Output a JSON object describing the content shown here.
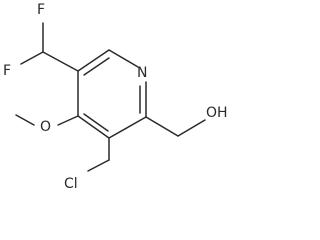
{
  "molecule": {
    "atoms": {
      "F_upper": "F",
      "F_lower": "F",
      "N_ring": "N",
      "O_methoxy": "O",
      "OH": "OH",
      "Cl": "Cl"
    }
  },
  "colors": {
    "bond": "#2a2a2a",
    "background": "#ffffff"
  }
}
